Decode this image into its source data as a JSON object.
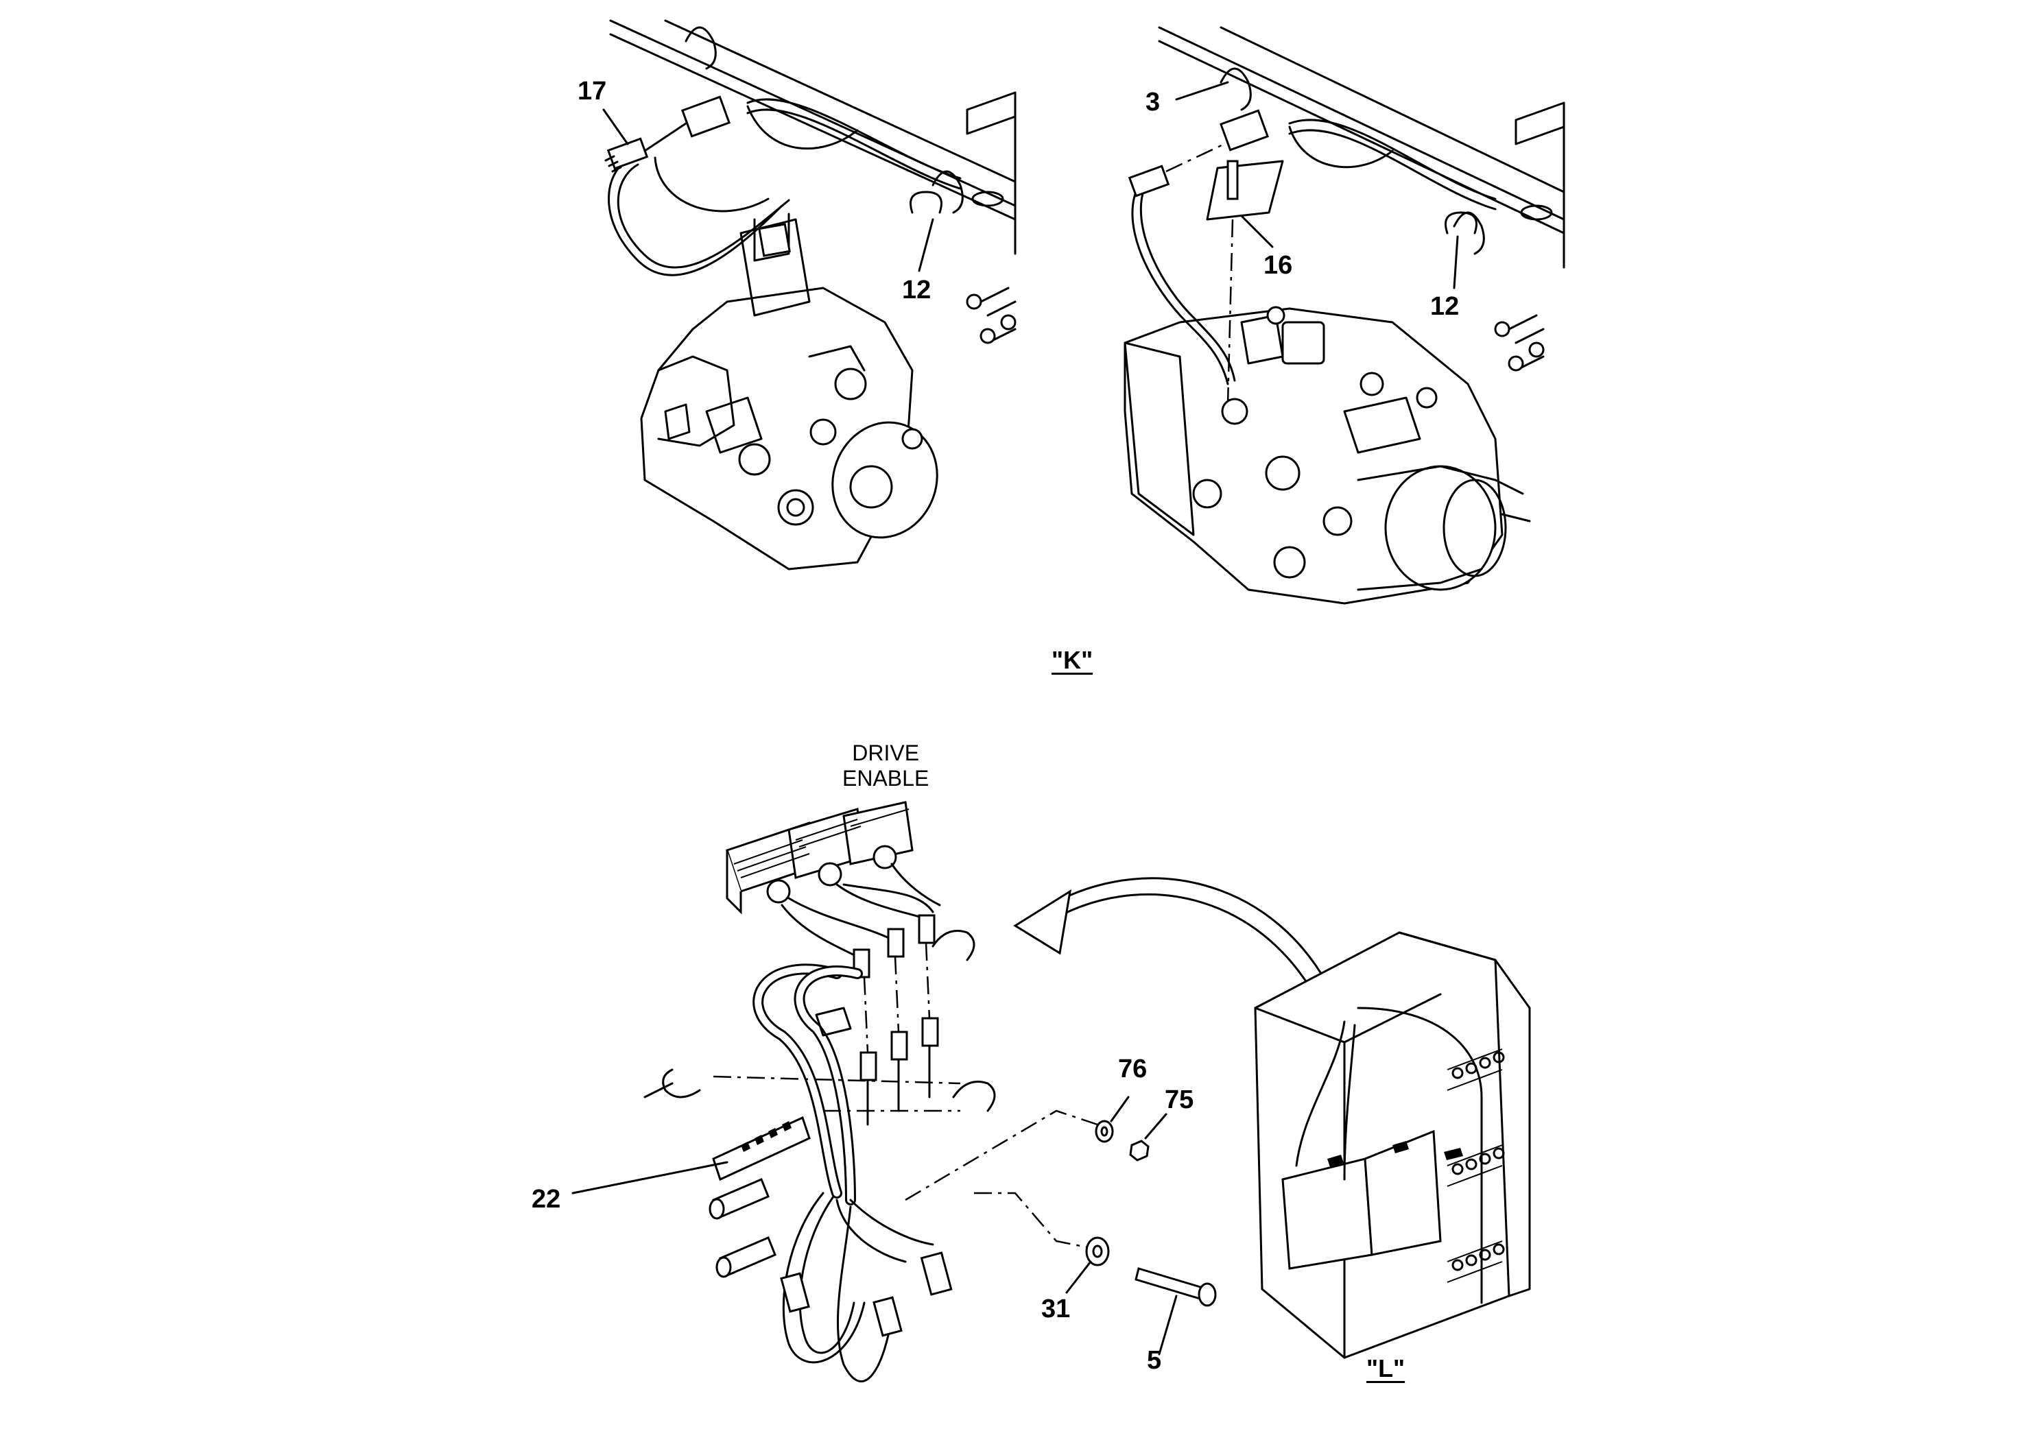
{
  "callouts": {
    "c17": "17",
    "c12a": "12",
    "c3": "3",
    "c16": "16",
    "c12b": "12",
    "c76": "76",
    "c75": "75",
    "c22": "22",
    "c31": "31",
    "c5": "5"
  },
  "views": {
    "k": "\"K\"",
    "l": "\"L\""
  },
  "notes": {
    "drive_enable_line1": "DRIVE",
    "drive_enable_line2": "ENABLE"
  }
}
